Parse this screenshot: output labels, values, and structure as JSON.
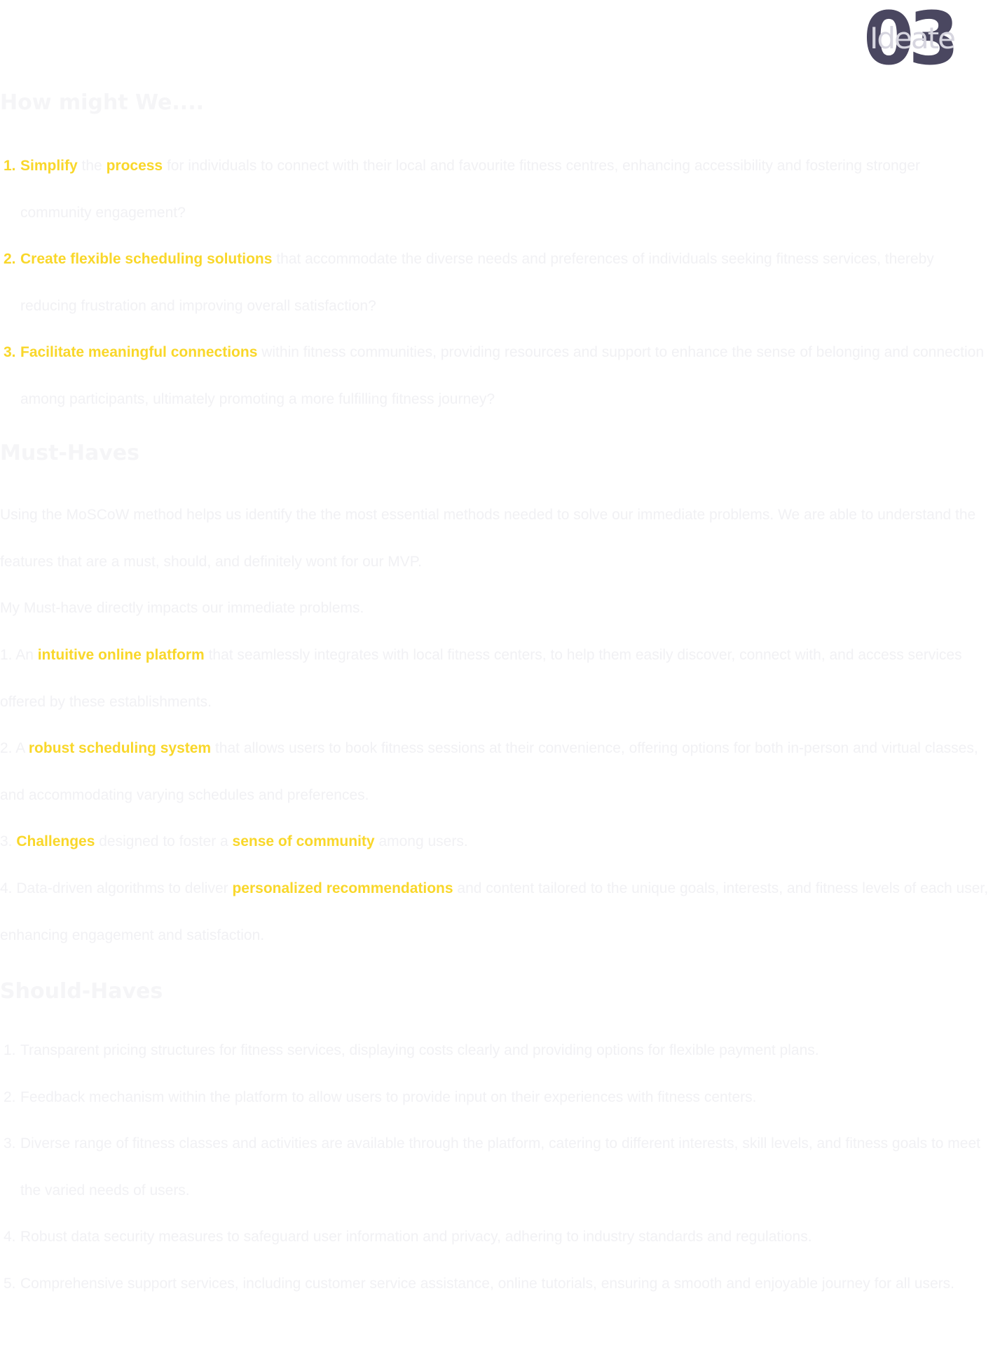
{
  "badge": {
    "number": "03",
    "label": "Ideate"
  },
  "hmw": {
    "heading": "How might We....",
    "items": [
      {
        "num": "1.",
        "parts": [
          {
            "t": "Simplify",
            "h": true
          },
          {
            "t": " the ",
            "h": false
          },
          {
            "t": "process",
            "h": true
          },
          {
            "t": " for individuals to connect with their local and favourite fitness centres, enhancing accessibility and fostering stronger community engagement?",
            "h": false
          }
        ]
      },
      {
        "num": "2.",
        "parts": [
          {
            "t": "Create flexible scheduling solutions",
            "h": true
          },
          {
            "t": " that accommodate the diverse needs and preferences of individuals seeking fitness services, thereby reducing frustration and improving overall satisfaction?",
            "h": false
          }
        ]
      },
      {
        "num": "3.",
        "parts": [
          {
            "t": "Facilitate meaningful connections",
            "h": true
          },
          {
            "t": " within fitness communities, providing resources and support to enhance the sense of belonging and connection among participants, ultimately promoting a more fulfilling fitness journey?",
            "h": false
          }
        ]
      }
    ]
  },
  "must": {
    "heading": "Must-Haves",
    "intro": "Using the MoSCoW method helps us identify the the most essential methods needed to solve our immediate problems. We are able to understand the features that are a must, should, and definitely wont for our MVP.",
    "lead": "My Must-have directly impacts our immediate problems.",
    "items": [
      {
        "parts": [
          {
            "t": "1. An ",
            "h": false
          },
          {
            "t": "intuitive online platform",
            "h": true
          },
          {
            "t": " that seamlessly integrates with local  fitness centers, to help them easily discover, connect with, and access services offered by these establishments.",
            "h": false
          }
        ]
      },
      {
        "parts": [
          {
            "t": "2. A ",
            "h": false
          },
          {
            "t": "robust scheduling system",
            "h": true
          },
          {
            "t": " that allows users to book fitness sessions at their convenience, offering options for both in-person and virtual classes, and accommodating varying schedules and preferences.",
            "h": false
          }
        ]
      },
      {
        "parts": [
          {
            "t": "3. ",
            "h": false
          },
          {
            "t": "Challenges",
            "h": true
          },
          {
            "t": " designed to foster a ",
            "h": false
          },
          {
            "t": "sense of community",
            "h": true
          },
          {
            "t": " among users.",
            "h": false
          }
        ]
      },
      {
        "parts": [
          {
            "t": "4. Data-driven algorithms to deliver ",
            "h": false
          },
          {
            "t": "personalized recommendations",
            "h": true
          },
          {
            "t": " and content tailored to the unique goals, interests, and fitness levels of each user, enhancing engagement and satisfaction.",
            "h": false
          }
        ]
      }
    ]
  },
  "should": {
    "heading": "Should-Haves",
    "items": [
      {
        "num": "1.",
        "text": "Transparent pricing structures for fitness services, displaying costs clearly and providing options for flexible payment plans."
      },
      {
        "num": "2.",
        "text": "Feedback mechanism within the platform to allow users to provide input on their experiences with fitness centers."
      },
      {
        "num": "3.",
        "text": "Diverse range of fitness classes and activities are available through the platform, catering to different interests, skill levels, and fitness goals to meet the varied needs of users."
      },
      {
        "num": "4.",
        "text": "Robust data security measures to safeguard user information and privacy, adhering to industry standards and regulations."
      },
      {
        "num": "5.",
        "text": "Comprehensive support services, including customer service assistance, online tutorials, ensuring a smooth and enjoyable journey for all users."
      }
    ]
  },
  "colors": {
    "highlight": "#f9d72a",
    "badge_number": "#4a4760",
    "body_text": "#f1f1f4"
  }
}
